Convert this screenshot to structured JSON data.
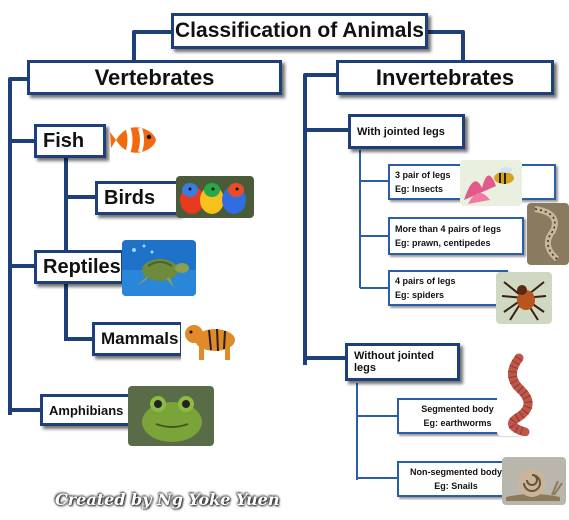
{
  "title": "Classification of Animals",
  "vertebrates": {
    "label": "Vertebrates",
    "items": [
      "Fish",
      "Birds",
      "Reptiles",
      "Mammals",
      "Amphibians"
    ]
  },
  "invertebrates": {
    "label": "Invertebrates",
    "jointed": {
      "label": "With jointed legs",
      "items": [
        {
          "line1": "3 pair of legs",
          "line2": "Eg: Insects"
        },
        {
          "line1": "More than 4 pairs of legs",
          "line2": "Eg: prawn, centipedes"
        },
        {
          "line1": "4 pairs of legs",
          "line2": "Eg: spiders"
        }
      ]
    },
    "no_jointed": {
      "label": "Without jointed legs",
      "items": [
        {
          "line1": "Segmented body",
          "line2": "Eg: earthworms"
        },
        {
          "line1": "Non-segmented body",
          "line2": "Eg: Snails"
        }
      ]
    }
  },
  "credit": "Created by Ng Yoke Yuen",
  "colors": {
    "border": "#1d3f7a",
    "connector": "#1d3f7a",
    "thin_border": "#2b5ea6"
  },
  "pictures": [
    "fish",
    "birds",
    "turtle",
    "tiger",
    "frog",
    "bee",
    "centipede",
    "spider",
    "earthworm",
    "snail"
  ]
}
